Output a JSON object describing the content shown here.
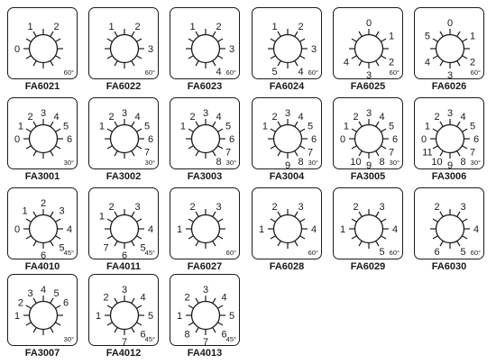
{
  "switches": [
    {
      "code": "FA6021",
      "angle": "60°",
      "positions": [
        {
          "label": "0",
          "deg": -90
        },
        {
          "label": "1",
          "deg": -30
        },
        {
          "label": "2",
          "deg": 30
        }
      ]
    },
    {
      "code": "FA6022",
      "angle": "60°",
      "positions": [
        {
          "label": "1",
          "deg": -30
        },
        {
          "label": "2",
          "deg": 30
        },
        {
          "label": "3",
          "deg": 90
        }
      ]
    },
    {
      "code": "FA6023",
      "angle": "60°",
      "positions": [
        {
          "label": "1",
          "deg": -30
        },
        {
          "label": "2",
          "deg": 30
        },
        {
          "label": "3",
          "deg": 90
        },
        {
          "label": "4",
          "deg": 150
        }
      ]
    },
    {
      "code": "FA6024",
      "angle": "60°",
      "positions": [
        {
          "label": "1",
          "deg": -30
        },
        {
          "label": "2",
          "deg": 30
        },
        {
          "label": "3",
          "deg": 90
        },
        {
          "label": "4",
          "deg": 150
        },
        {
          "label": "5",
          "deg": 210
        }
      ]
    },
    {
      "code": "FA6025",
      "angle": "60°",
      "positions": [
        {
          "label": "0",
          "deg": 0
        },
        {
          "label": "1",
          "deg": 60
        },
        {
          "label": "2",
          "deg": 120
        },
        {
          "label": "3",
          "deg": 180
        },
        {
          "label": "4",
          "deg": 240
        }
      ]
    },
    {
      "code": "FA6026",
      "angle": "60°",
      "positions": [
        {
          "label": "0",
          "deg": 0
        },
        {
          "label": "1",
          "deg": 60
        },
        {
          "label": "2",
          "deg": 120
        },
        {
          "label": "3",
          "deg": 180
        },
        {
          "label": "4",
          "deg": 240
        },
        {
          "label": "5",
          "deg": 300
        }
      ]
    },
    {
      "code": "FA3001",
      "angle": "30°",
      "positions": [
        {
          "label": "0",
          "deg": -90
        },
        {
          "label": "1",
          "deg": -60
        },
        {
          "label": "2",
          "deg": -30
        },
        {
          "label": "3",
          "deg": 0
        },
        {
          "label": "4",
          "deg": 30
        },
        {
          "label": "5",
          "deg": 60
        },
        {
          "label": "6",
          "deg": 90
        }
      ]
    },
    {
      "code": "FA3002",
      "angle": "30°",
      "positions": [
        {
          "label": "1",
          "deg": -60
        },
        {
          "label": "2",
          "deg": -30
        },
        {
          "label": "3",
          "deg": 0
        },
        {
          "label": "4",
          "deg": 30
        },
        {
          "label": "5",
          "deg": 60
        },
        {
          "label": "6",
          "deg": 90
        },
        {
          "label": "7",
          "deg": 120
        }
      ]
    },
    {
      "code": "FA3003",
      "angle": "30°",
      "positions": [
        {
          "label": "1",
          "deg": -60
        },
        {
          "label": "2",
          "deg": -30
        },
        {
          "label": "3",
          "deg": 0
        },
        {
          "label": "4",
          "deg": 30
        },
        {
          "label": "5",
          "deg": 60
        },
        {
          "label": "6",
          "deg": 90
        },
        {
          "label": "7",
          "deg": 120
        },
        {
          "label": "8",
          "deg": 150
        }
      ]
    },
    {
      "code": "FA3004",
      "angle": "30°",
      "positions": [
        {
          "label": "1",
          "deg": -60
        },
        {
          "label": "2",
          "deg": -30
        },
        {
          "label": "3",
          "deg": 0
        },
        {
          "label": "4",
          "deg": 30
        },
        {
          "label": "5",
          "deg": 60
        },
        {
          "label": "6",
          "deg": 90
        },
        {
          "label": "7",
          "deg": 120
        },
        {
          "label": "8",
          "deg": 150
        },
        {
          "label": "9",
          "deg": 180
        }
      ]
    },
    {
      "code": "FA3005",
      "angle": "30°",
      "positions": [
        {
          "label": "0",
          "deg": -90
        },
        {
          "label": "1",
          "deg": -60
        },
        {
          "label": "2",
          "deg": -30
        },
        {
          "label": "3",
          "deg": 0
        },
        {
          "label": "4",
          "deg": 30
        },
        {
          "label": "5",
          "deg": 60
        },
        {
          "label": "6",
          "deg": 90
        },
        {
          "label": "7",
          "deg": 120
        },
        {
          "label": "8",
          "deg": 150
        },
        {
          "label": "9",
          "deg": 180
        },
        {
          "label": "10",
          "deg": 210
        }
      ]
    },
    {
      "code": "FA3006",
      "angle": "30°",
      "positions": [
        {
          "label": "0",
          "deg": -90
        },
        {
          "label": "1",
          "deg": -60
        },
        {
          "label": "2",
          "deg": -30
        },
        {
          "label": "3",
          "deg": 0
        },
        {
          "label": "4",
          "deg": 30
        },
        {
          "label": "5",
          "deg": 60
        },
        {
          "label": "6",
          "deg": 90
        },
        {
          "label": "7",
          "deg": 120
        },
        {
          "label": "8",
          "deg": 150
        },
        {
          "label": "9",
          "deg": 180
        },
        {
          "label": "10",
          "deg": 210
        },
        {
          "label": "11",
          "deg": 240
        }
      ]
    },
    {
      "code": "FA4010",
      "angle": "45°",
      "positions": [
        {
          "label": "0",
          "deg": -90
        },
        {
          "label": "1",
          "deg": -45
        },
        {
          "label": "2",
          "deg": 0
        },
        {
          "label": "3",
          "deg": 45
        },
        {
          "label": "4",
          "deg": 90
        },
        {
          "label": "5",
          "deg": 135
        },
        {
          "label": "6",
          "deg": 180
        }
      ]
    },
    {
      "code": "FA4011",
      "angle": "45°",
      "positions": [
        {
          "label": "1",
          "deg": -60
        },
        {
          "label": "2",
          "deg": -30
        },
        {
          "label": "3",
          "deg": 30
        },
        {
          "label": "4",
          "deg": 90
        },
        {
          "label": "5",
          "deg": 135
        },
        {
          "label": "6",
          "deg": 180
        },
        {
          "label": "7",
          "deg": 225
        }
      ]
    },
    {
      "code": "FA6027",
      "angle": "60°",
      "positions": [
        {
          "label": "1",
          "deg": -90
        },
        {
          "label": "2",
          "deg": -30
        },
        {
          "label": "3",
          "deg": 30
        }
      ]
    },
    {
      "code": "FA6028",
      "angle": "60°",
      "positions": [
        {
          "label": "1",
          "deg": -90
        },
        {
          "label": "2",
          "deg": -30
        },
        {
          "label": "3",
          "deg": 30
        },
        {
          "label": "4",
          "deg": 90
        }
      ]
    },
    {
      "code": "FA6029",
      "angle": "60°",
      "positions": [
        {
          "label": "1",
          "deg": -90
        },
        {
          "label": "2",
          "deg": -30
        },
        {
          "label": "3",
          "deg": 30
        },
        {
          "label": "4",
          "deg": 90
        },
        {
          "label": "5",
          "deg": 150
        }
      ]
    },
    {
      "code": "FA6030",
      "angle": "60°",
      "positions": [
        {
          "label": "2",
          "deg": -30
        },
        {
          "label": "3",
          "deg": 30
        },
        {
          "label": "4",
          "deg": 90
        },
        {
          "label": "5",
          "deg": 150
        },
        {
          "label": "6",
          "deg": 210
        }
      ]
    },
    {
      "code": "FA3007",
      "angle": "30°",
      "positions": [
        {
          "label": "1",
          "deg": -90
        },
        {
          "label": "2",
          "deg": -60
        },
        {
          "label": "3",
          "deg": -30
        },
        {
          "label": "4",
          "deg": 0
        },
        {
          "label": "5",
          "deg": 30
        },
        {
          "label": "6",
          "deg": 60
        }
      ]
    },
    {
      "code": "FA4012",
      "angle": "45°",
      "positions": [
        {
          "label": "1",
          "deg": -90
        },
        {
          "label": "2",
          "deg": -45
        },
        {
          "label": "3",
          "deg": 0
        },
        {
          "label": "4",
          "deg": 45
        },
        {
          "label": "5",
          "deg": 90
        },
        {
          "label": "6",
          "deg": 135
        },
        {
          "label": "7",
          "deg": 180
        }
      ]
    },
    {
      "code": "FA4013",
      "angle": "45°",
      "positions": [
        {
          "label": "1",
          "deg": -90
        },
        {
          "label": "2",
          "deg": -45
        },
        {
          "label": "3",
          "deg": 0
        },
        {
          "label": "4",
          "deg": 45
        },
        {
          "label": "5",
          "deg": 90
        },
        {
          "label": "6",
          "deg": 135
        },
        {
          "label": "7",
          "deg": 180
        },
        {
          "label": "8",
          "deg": 225
        }
      ]
    }
  ]
}
